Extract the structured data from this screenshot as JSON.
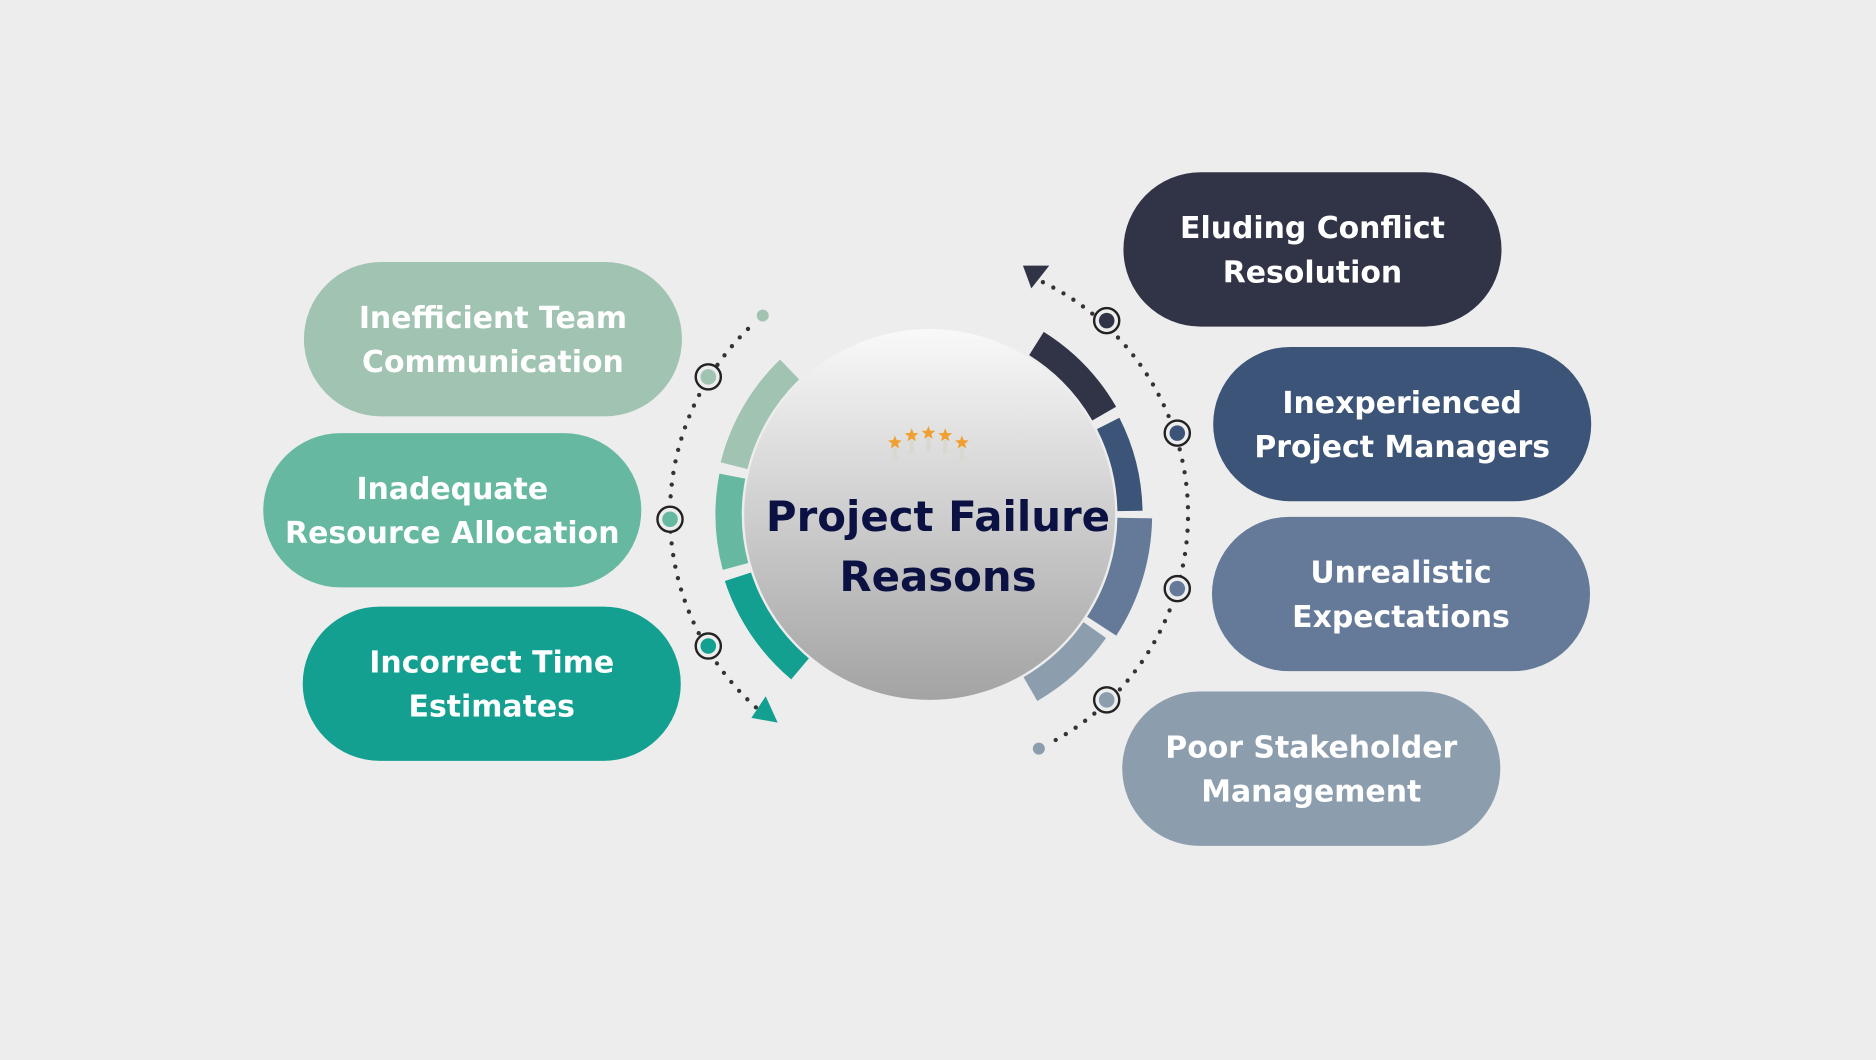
{
  "title": {
    "line1": "Project Failure",
    "line2": "Reasons"
  },
  "rating_icon": "five-stars-icon",
  "colors": {
    "background": "#ededed",
    "title": "#0b1142",
    "star": "#f0a030"
  },
  "reasons": [
    {
      "line1": "Inefficient Team",
      "line2": "Communication",
      "color": "#a0c3b2"
    },
    {
      "line1": "Inadequate",
      "line2": "Resource Allocation",
      "color": "#66b9a0"
    },
    {
      "line1": "Incorrect Time",
      "line2": "Estimates",
      "color": "#14a090"
    },
    {
      "line1": "Eluding Conflict",
      "line2": "Resolution",
      "color": "#313447"
    },
    {
      "line1": "Inexperienced",
      "line2": "Project Managers",
      "color": "#3d5479"
    },
    {
      "line1": "Unrealistic",
      "line2": "Expectations",
      "color": "#647a98"
    },
    {
      "line1": "Poor Stakeholder",
      "line2": "Management",
      "color": "#8c9dae"
    }
  ]
}
